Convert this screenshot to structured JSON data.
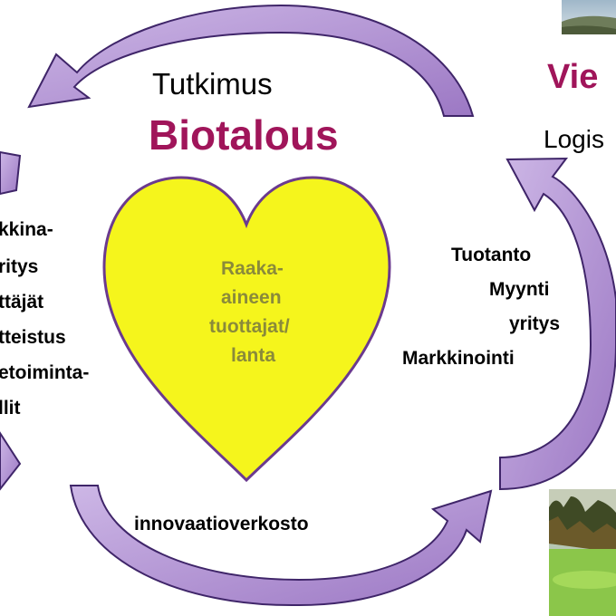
{
  "top": {
    "research": "Tutkimus",
    "title": "Biotalous"
  },
  "right_heading": {
    "title_fragment": "Vie",
    "subtitle_fragment": "Logis"
  },
  "heart": {
    "lines": [
      "Raaka-",
      "aineen",
      "tuottajat/",
      "lanta"
    ]
  },
  "right_block": {
    "lines": [
      "Tuotanto",
      "Myynti",
      "yritys",
      "Markkinointi"
    ]
  },
  "left_block": {
    "lines": [
      "kkina-",
      "ritys",
      "ttäjät",
      "tteistus",
      "etoiminta-",
      "llit"
    ]
  },
  "bottom_label": "innovaatioverkosto",
  "colors": {
    "arrow_fill": "#b79bd6",
    "arrow_stroke": "#3f2569",
    "heart_fill": "#f5f51c",
    "heart_stroke": "#6b3a8f",
    "heart_text": "#8a8a3a",
    "title": "#a0155a"
  }
}
